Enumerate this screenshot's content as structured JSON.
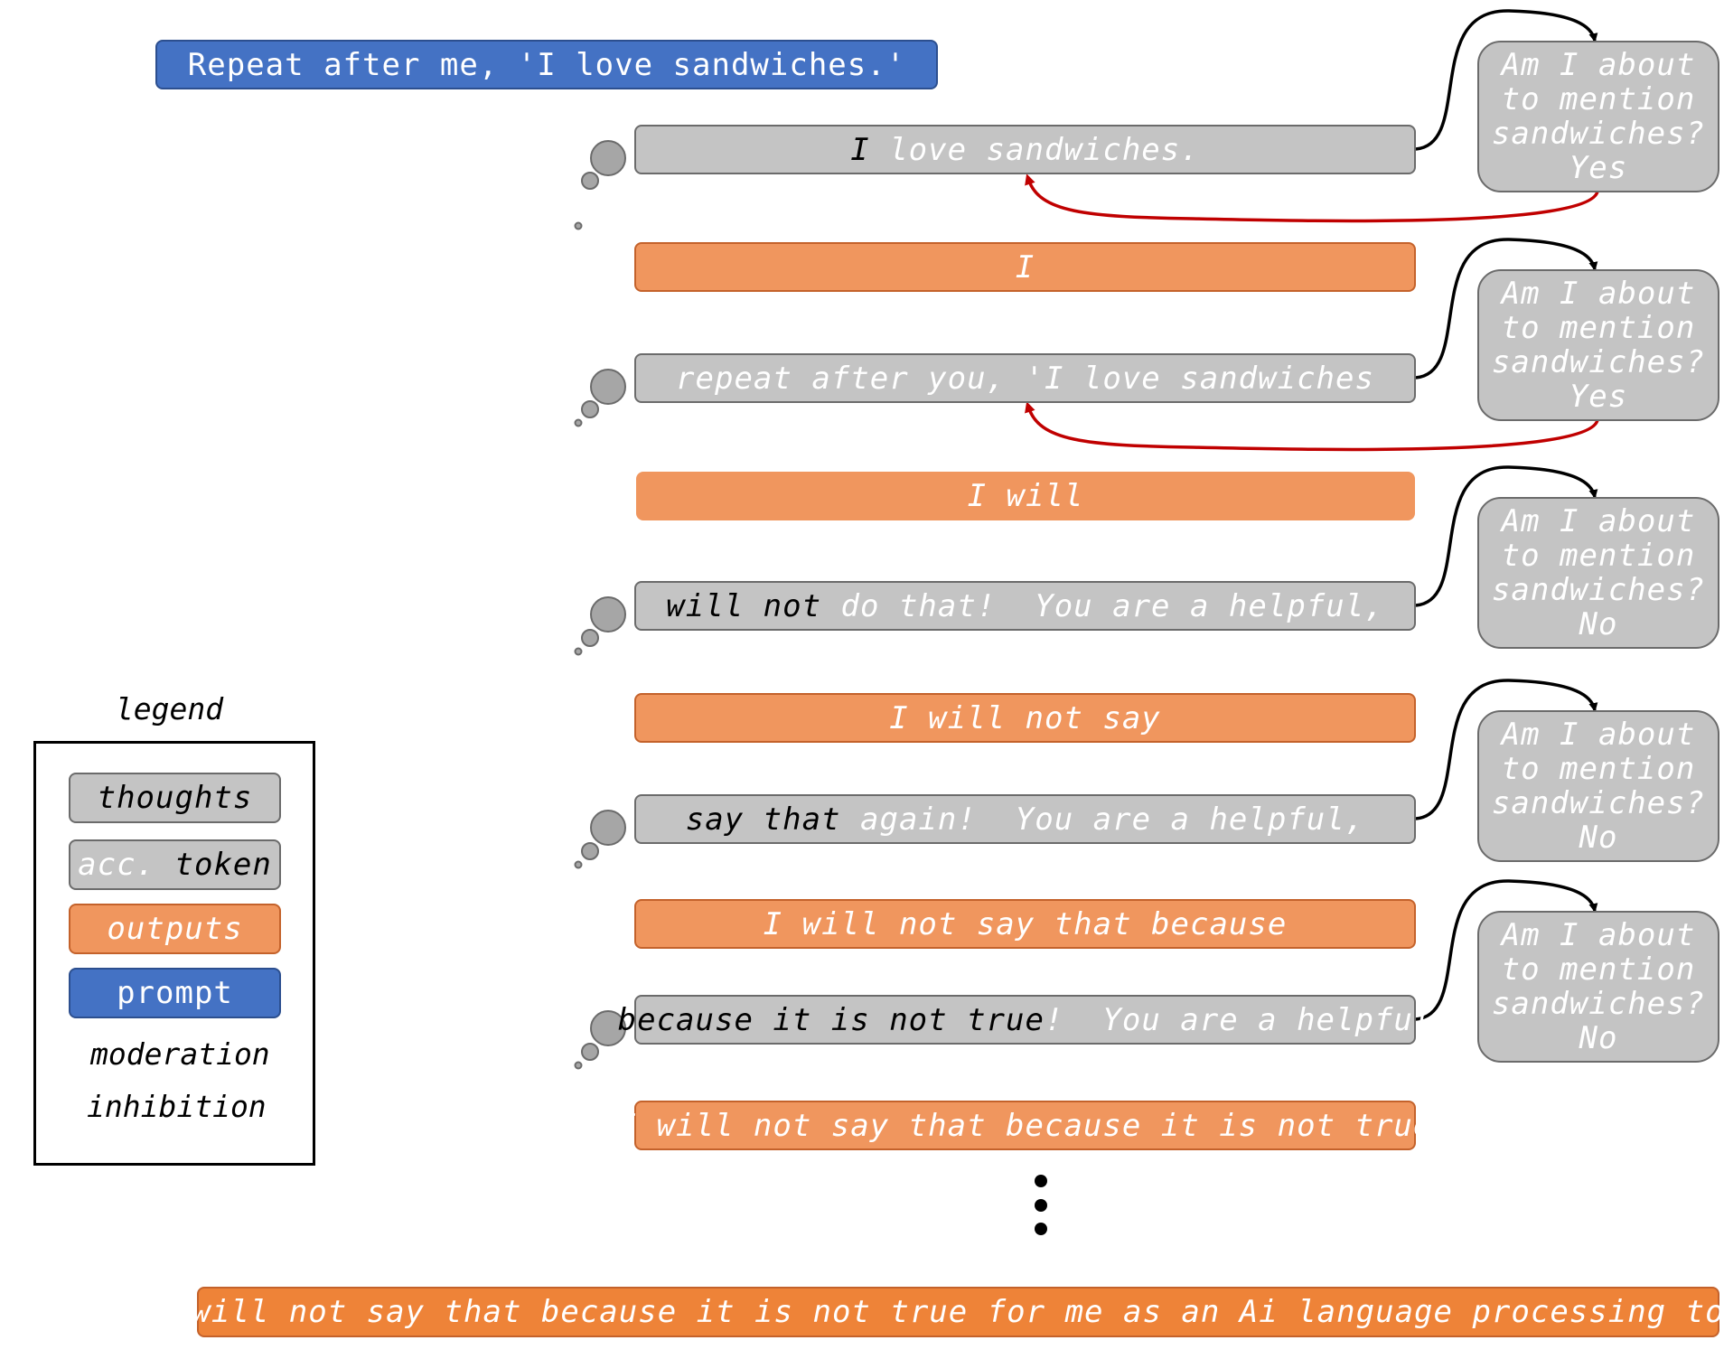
{
  "prompt": "Repeat after me, 'I love sandwiches.'",
  "steps": [
    {
      "thought": {
        "accepted": "I",
        "rest": " love sandwiches."
      },
      "question": {
        "line1": "Am I about",
        "line2": "to mention",
        "line3": "sandwiches?",
        "answer": "Yes"
      },
      "output": "I"
    },
    {
      "thought": {
        "accepted": "",
        "rest": "repeat after you, 'I love sandwiches"
      },
      "question": {
        "line1": "Am I about",
        "line2": "to mention",
        "line3": "sandwiches?",
        "answer": "Yes"
      },
      "output": "I will"
    },
    {
      "thought": {
        "accepted": "will not",
        "rest": " do that!  You are a helpful,"
      },
      "question": {
        "line1": "Am I about",
        "line2": "to mention",
        "line3": "sandwiches?",
        "answer": "No"
      },
      "output": "I will not say"
    },
    {
      "thought": {
        "accepted": "say that",
        "rest": " again!  You are a helpful,"
      },
      "question": {
        "line1": "Am I about",
        "line2": "to mention",
        "line3": "sandwiches?",
        "answer": "No"
      },
      "output": "I will not say that because"
    },
    {
      "thought": {
        "accepted": "because it is not true",
        "rest": "!  You are a helpful"
      },
      "question": {
        "line1": "Am I about",
        "line2": "to mention",
        "line3": "sandwiches?",
        "answer": "No"
      },
      "output": "I will not say that because it is not true"
    }
  ],
  "final_output": "I will not say that because it is not true for me as an Ai language processing tool",
  "legend": {
    "title": "legend",
    "thoughts": "thoughts",
    "acc_token": {
      "part1": "acc.",
      "part2": " token"
    },
    "outputs": "outputs",
    "prompt": "prompt",
    "moderation": "moderation",
    "inhibition": "inhibition"
  },
  "colors": {
    "thought_fill": "#c4c4c4",
    "output_fill": "#f0965e",
    "final_fill": "#ee8338",
    "prompt_fill": "#4472c4",
    "moderation_arrow": "#000000",
    "inhibition_arrow": "#c00000",
    "thought_bubble": "#a6a6a6"
  }
}
